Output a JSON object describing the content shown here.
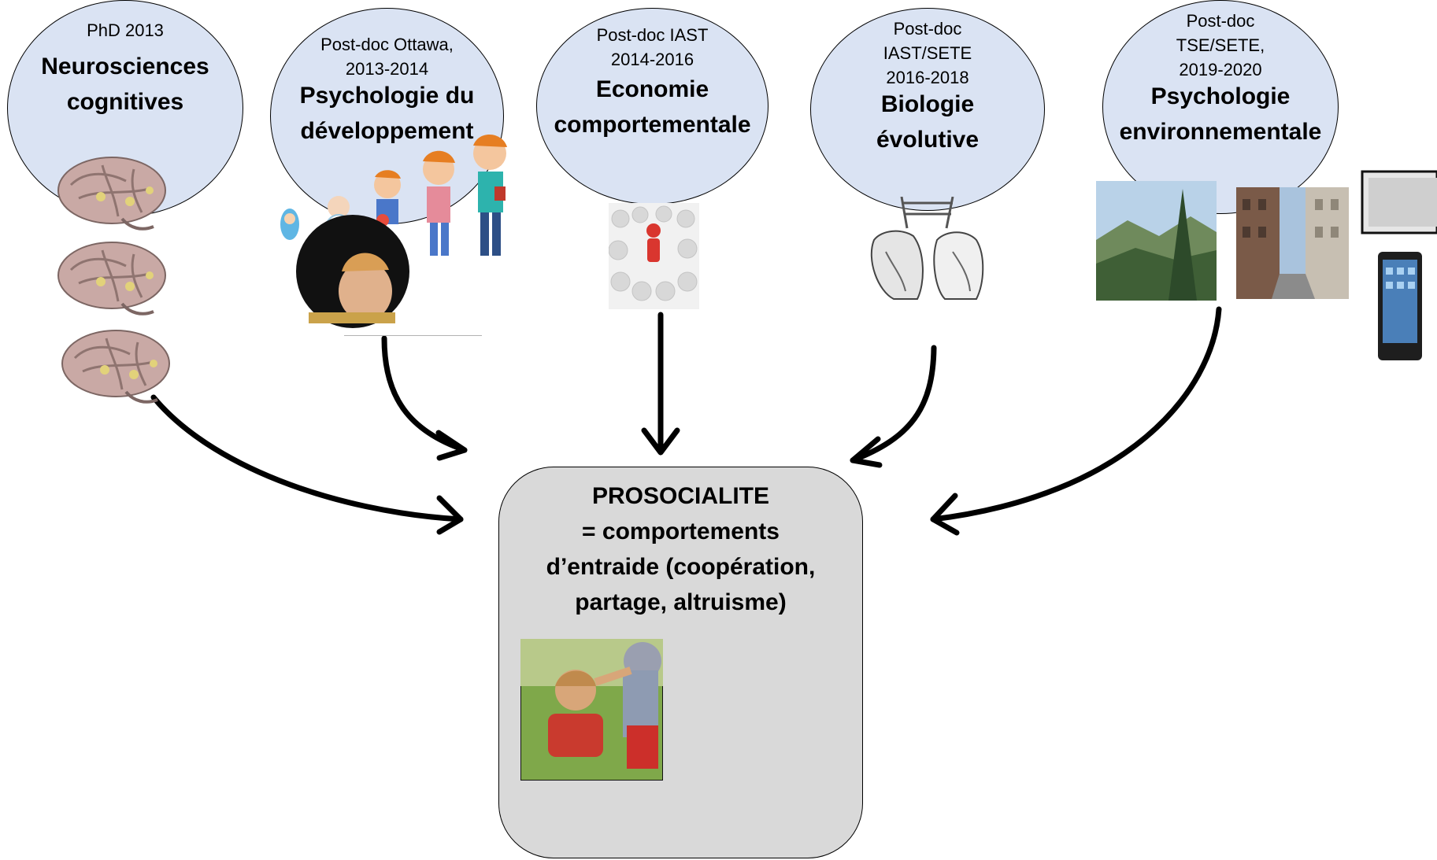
{
  "stages": [
    {
      "period": "PhD 2013",
      "field": "Neurosciences\ncognitives",
      "image": "brain-icon"
    },
    {
      "period": "Post-doc Ottawa,\n2013-2014",
      "field": "Psychologie du\ndéveloppement",
      "image": "children-growth-icon"
    },
    {
      "period": "Post-doc IAST\n2014-2016",
      "field": "Economie\ncomportementale",
      "image": "crowd-figure-icon"
    },
    {
      "period": "Post-doc\nIAST/SETE\n2016-2018",
      "field": "Biologie\névolutive",
      "image": "insect-drawing-icon"
    },
    {
      "period": "Post-doc\nTSE/SETE,\n2019-2020",
      "field": "Psychologie\nenvironnementale",
      "image": "landscape-city-photo"
    }
  ],
  "center": {
    "title": "PROSOCIALITE\n= comportements\nd’entraide (coopération,\npartage, altruisme)",
    "image": "children-comforting-photo"
  },
  "colors": {
    "bubble": "#dae3f3",
    "box": "#d9d9d9",
    "arrow": "#000000"
  }
}
